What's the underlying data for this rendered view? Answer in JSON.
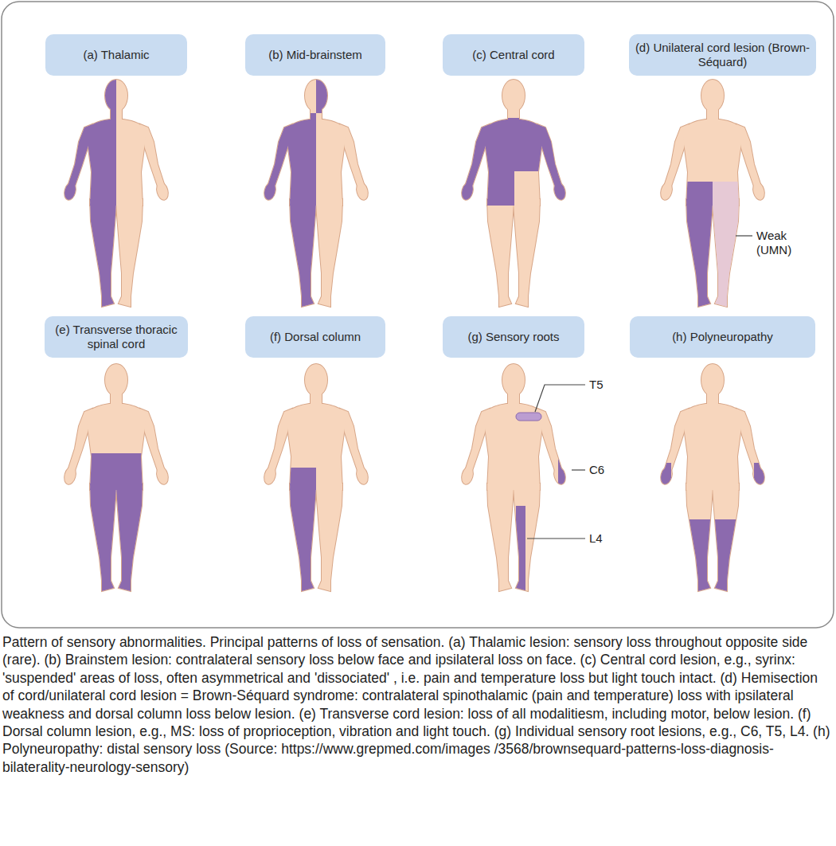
{
  "diagram": {
    "caption": "Pattern of sensory abnormalities. Principal patterns of loss of sensation. (a) Thalamic lesion: sensory loss throughout opposite side (rare). (b) Brainstem lesion: contralateral sensory loss below face and ipsilateral loss on face. (c) Central cord lesion, e.g., syrinx: 'suspended' areas of loss, often asymmetrical and 'dissociated' , i.e. pain and temperature loss but light touch intact. (d) Hemisection of cord/unilateral cord lesion = Brown-Séquard syndrome: contralateral spinothalamic (pain and temperature) loss with ipsilateral weakness and dorsal column loss below lesion. (e) Transverse cord lesion: loss of all modalitiesm, including motor, below lesion. (f) Dorsal column lesion, e.g., MS: loss of proprioception, vibration and light touch. (g) Individual sensory root lesions, e.g., C6, T5, L4. (h) Polyneuropathy: distal sensory loss (Source: https://www.grepmed.com/images /3568/brownsequard-patterns-loss-diagnosis-bilaterality-neurology-sensory)",
    "nodes": [
      {
        "text": [
          "(a) Thalamic"
        ]
      },
      {
        "text": [
          "(b) Mid-brainstem"
        ]
      },
      {
        "text": [
          "(c) Central cord"
        ]
      },
      {
        "text": [
          "(d) Unilateral cord lesion (Brown-Séquard)"
        ]
      },
      {
        "text": [
          "(e) Transverse thoracic spinal cord"
        ]
      },
      {
        "text": [
          "(f) Dorsal column"
        ]
      },
      {
        "text": [
          "(g) Sensory roots"
        ]
      },
      {
        "text": [
          "(h) Polyneuropathy"
        ]
      }
    ],
    "labels": [
      "Weak (UMN)",
      "T5",
      "C6",
      "L4"
    ]
  }
}
